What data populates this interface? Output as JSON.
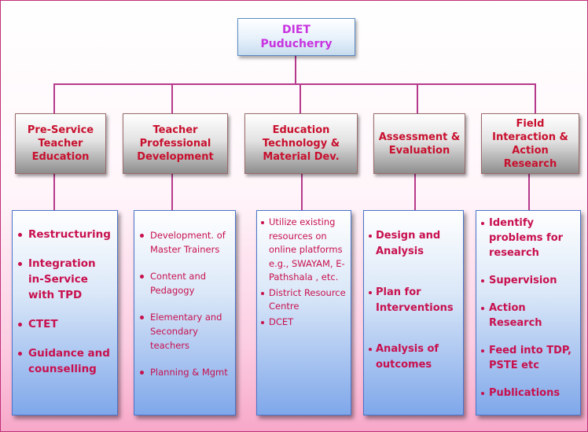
{
  "root": {
    "line1": "DIET",
    "line2": "Puducherry"
  },
  "branches": [
    {
      "title": "Pre-Service Teacher Education",
      "items": [
        "Restructuring",
        "Integration in-Service with TPD",
        "CTET",
        "Guidance and counselling"
      ]
    },
    {
      "title": "Teacher Professional Development",
      "items": [
        "Development. of Master Trainers",
        "Content and Pedagogy",
        "Elementary and Secondary teachers",
        "Planning & Mgmt"
      ]
    },
    {
      "title": "Education Technology & Material Dev.",
      "items": [
        "Utilize existing resources on online platforms e.g., SWAYAM, E-Pathshala , etc.",
        "District Resource Centre",
        "DCET"
      ]
    },
    {
      "title": "Assessment & Evaluation",
      "items": [
        "Design and Analysis",
        "Plan for Interventions",
        "Analysis of outcomes"
      ]
    },
    {
      "title": "Field Interaction & Action Research",
      "items": [
        "Identify problems for research",
        "Supervision",
        "Action Research",
        "Feed into TDP, PSTE etc",
        "Publications"
      ]
    }
  ],
  "colors": {
    "root_text": "#c832e0",
    "head_text": "#c8102e",
    "list_text": "#c8104e",
    "connector": "#b63a8c"
  }
}
